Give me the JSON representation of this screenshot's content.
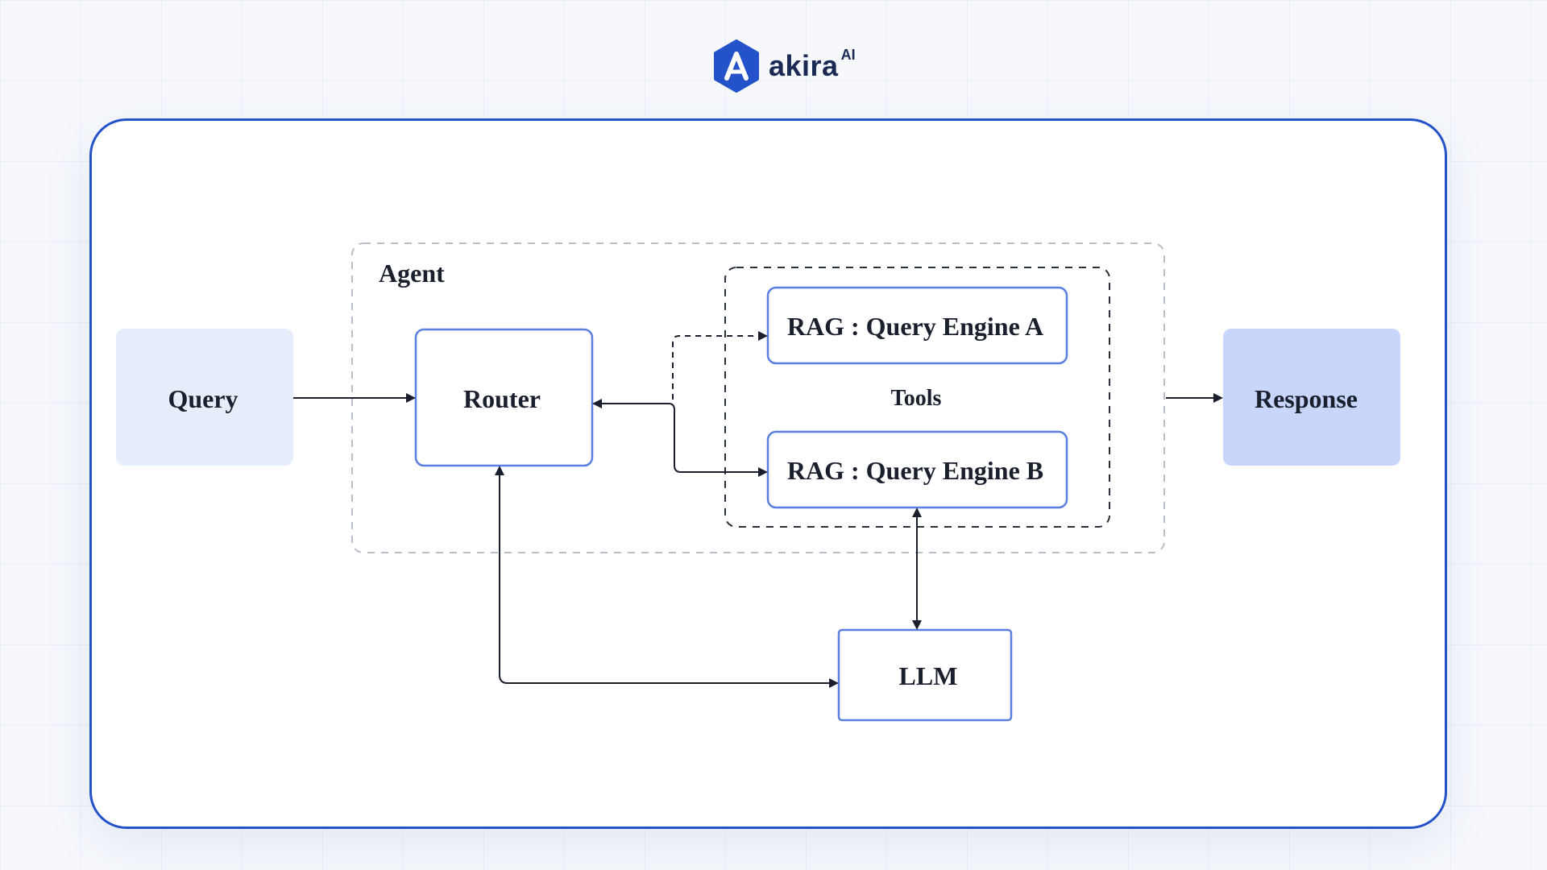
{
  "brand": {
    "name": "akira",
    "suffix": "AI",
    "color": "#2453c9"
  },
  "diagram": {
    "agent_label": "Agent",
    "tools_label": "Tools",
    "nodes": {
      "query": "Query",
      "router": "Router",
      "engine_a": "RAG : Query Engine A",
      "engine_b": "RAG : Query Engine B",
      "llm": "LLM",
      "response": "Response"
    },
    "colors": {
      "query_fill": "#e6eefc",
      "response_fill": "#c9d6fb",
      "node_border": "#5b7fe0",
      "arrow": "#1a1f2e"
    }
  }
}
